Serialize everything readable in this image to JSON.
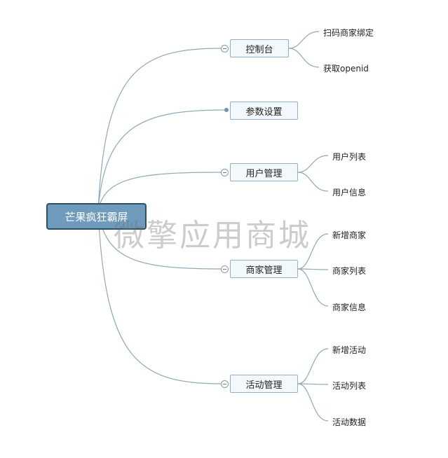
{
  "root": {
    "label": "芒果疯狂霸屏"
  },
  "branches": [
    {
      "label": "控制台",
      "children": [
        "扫码商家绑定",
        "获取openid"
      ]
    },
    {
      "label": "参数设置",
      "children": []
    },
    {
      "label": "用户管理",
      "children": [
        "用户列表",
        "用户信息"
      ]
    },
    {
      "label": "商家管理",
      "children": [
        "新增商家",
        "商家列表",
        "商家信息"
      ]
    },
    {
      "label": "活动管理",
      "children": [
        "新增活动",
        "活动列表",
        "活动数据"
      ]
    }
  ],
  "watermark": "微擎应用商城",
  "colors": {
    "root_fill": "#6e9bbb",
    "root_border": "#2f4f63",
    "branch_fill": "#f2f8fb",
    "branch_border": "#8fb1c4",
    "connector": "#8fa9b8"
  }
}
